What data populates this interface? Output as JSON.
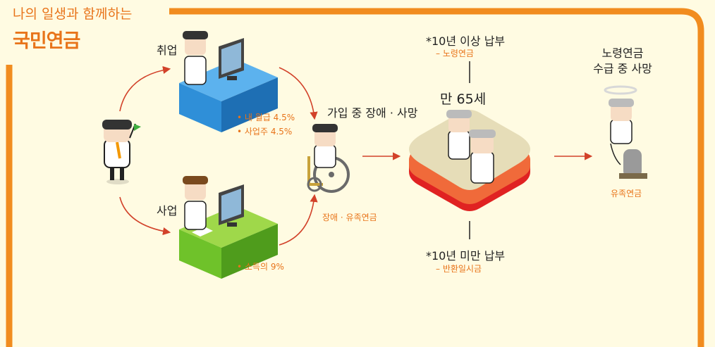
{
  "header": {
    "subtitle": "나의 일생과 함께하는",
    "title": "국민연금"
  },
  "flow": {
    "employment": {
      "label": "취업",
      "contributions": [
        "• 내 월급 4.5%",
        "• 사업주 4.5%"
      ]
    },
    "business": {
      "label": "사업",
      "contribution": "• 소득의 9%"
    },
    "disability_death": {
      "label": "가입 중 장애 · 사망",
      "benefit": "장애 · 유족연금"
    },
    "age_node": {
      "label": "만 65세"
    },
    "ten_plus": {
      "label": "*10년 이상 납부",
      "benefit": "– 노령연금"
    },
    "ten_minus": {
      "label": "*10년 미만 납부",
      "benefit": "– 반환일시금"
    },
    "pension_death": {
      "label_line1": "노령연금",
      "label_line2": "수급 중 사망",
      "benefit": "유족연금"
    }
  },
  "colors": {
    "accent": "#f18c1f",
    "background": "#fffbe2",
    "arrow": "#d2422a",
    "desk_blue": "#2f8fd8",
    "desk_green": "#6fc22a",
    "platform_red": "#e02222"
  }
}
